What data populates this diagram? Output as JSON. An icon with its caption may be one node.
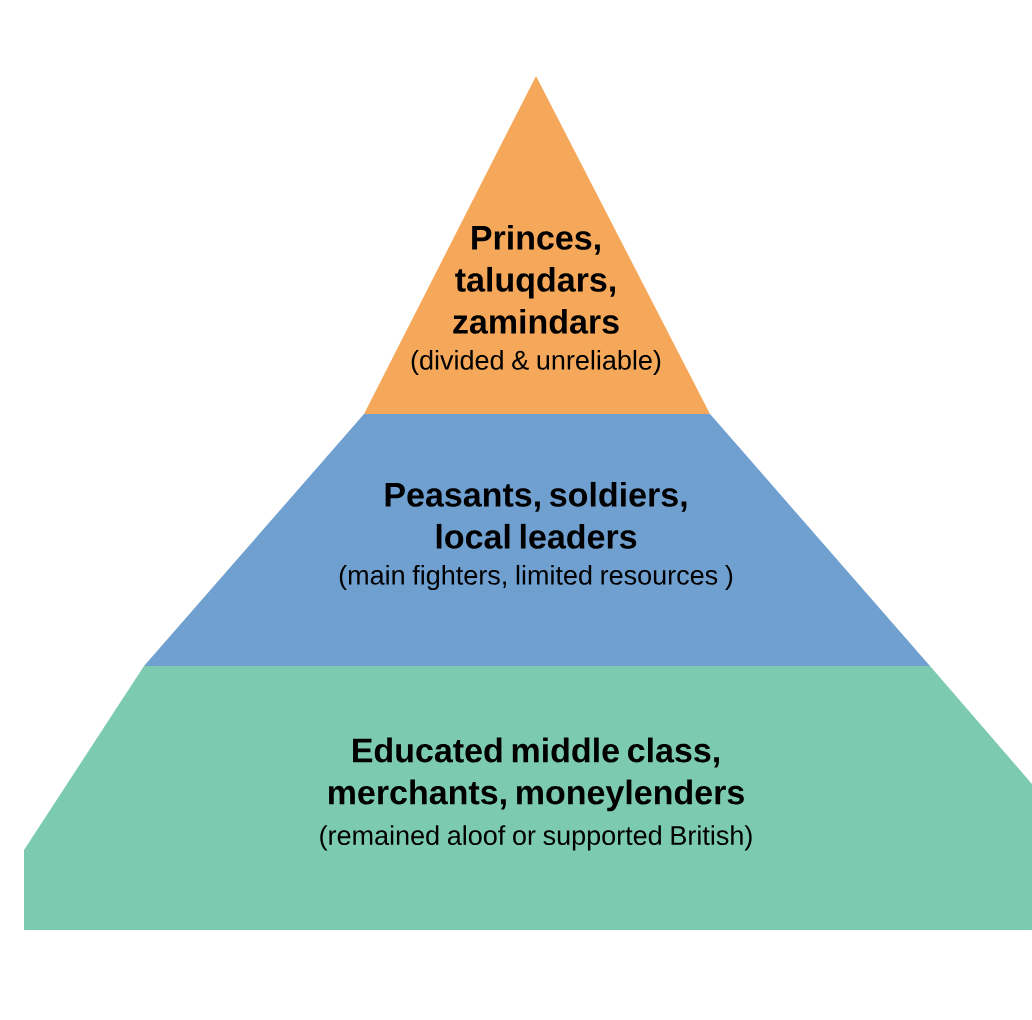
{
  "diagram": {
    "nodes": [
      {
        "text": [
          "Princes, taluqdars, zamindars",
          "(divided & unreliable)"
        ]
      },
      {
        "text": [
          "Peasants, soldiers, local leaders",
          "(main fighters, limited resources )"
        ]
      },
      {
        "text": [
          "Educated middle class, merchants, moneylenders",
          "(remained aloof or supported British)"
        ]
      }
    ]
  }
}
